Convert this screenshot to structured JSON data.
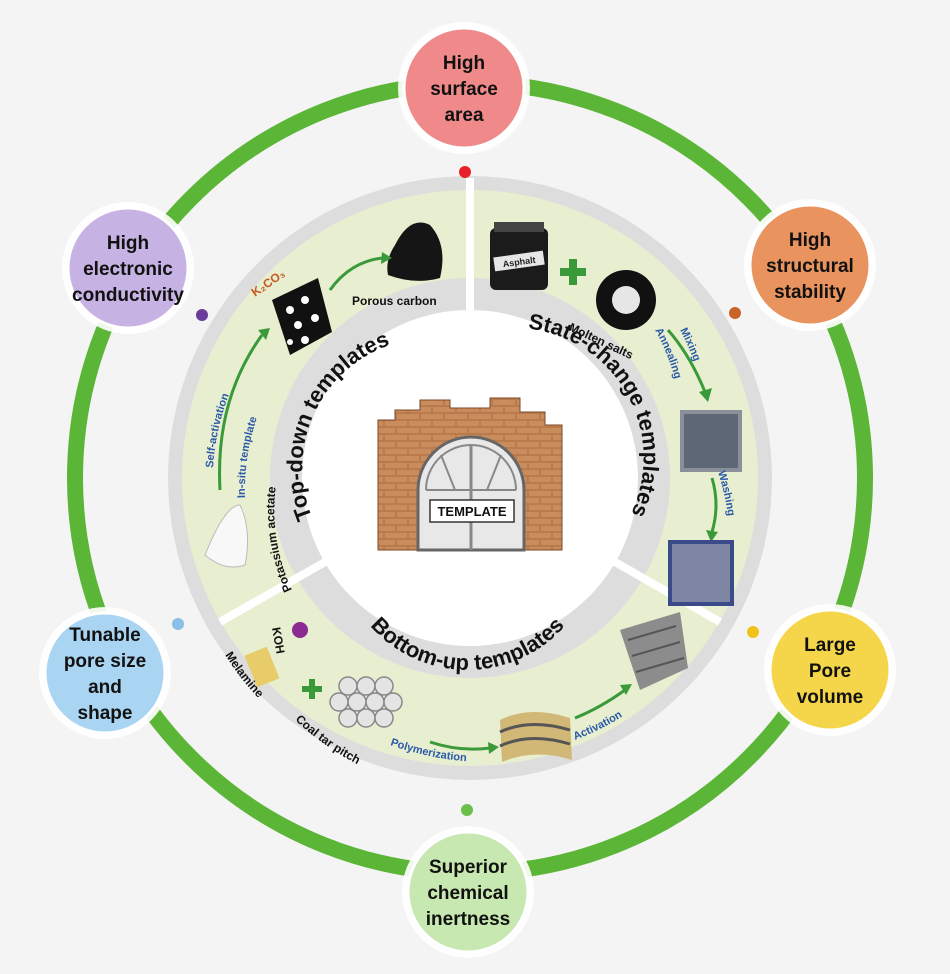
{
  "properties": [
    {
      "id": "surface",
      "label": [
        "High",
        "surface",
        "area"
      ],
      "color": "#f08a8a",
      "dot": "#e8202a"
    },
    {
      "id": "structural",
      "label": [
        "High",
        "structural",
        "stability"
      ],
      "color": "#e9935f",
      "dot": "#c86428"
    },
    {
      "id": "pore-volume",
      "label": [
        "Large",
        "Pore",
        "volume"
      ],
      "color": "#f5d54a",
      "dot": "#f0c21a"
    },
    {
      "id": "inertness",
      "label": [
        "Superior",
        "chemical",
        "inertness"
      ],
      "color": "#c7e8b0",
      "dot": "#6cc04a"
    },
    {
      "id": "tunable",
      "label": [
        "Tunable",
        "pore size",
        "and",
        "shape"
      ],
      "color": "#a9d4f2",
      "dot": "#8ac0e8"
    },
    {
      "id": "conductivity",
      "label": [
        "High",
        "electronic",
        "conductivity"
      ],
      "color": "#c7b3e3",
      "dot": "#6a3d9a"
    }
  ],
  "sectors": {
    "top_down": "Top-down templates",
    "state_change": "State-change templates",
    "bottom_up": "Bottom-up templates"
  },
  "center_label": "TEMPLATE",
  "materials": {
    "porous_carbon": "Porous carbon",
    "k2co3": "K₂CO₃",
    "molten_salts": "Molten salts",
    "asphalt": "Asphalt",
    "potassium_acetate": "Potassium acetate",
    "koh": "KOH",
    "melamine": "Melamine",
    "coal_tar_pitch": "Coal tar pitch"
  },
  "steps": {
    "self_activation": "Self-activation",
    "in_situ_template": "In-situ template",
    "mixing": "Mixing",
    "annealing": "Annealing",
    "washing": "Washing",
    "polymerization": "Polymerization",
    "activation": "Activation"
  },
  "colors": {
    "ring": "#5bb536",
    "wedge": "#e8eed0",
    "band": "#dddddd",
    "arrow": "#3a9a3a"
  }
}
